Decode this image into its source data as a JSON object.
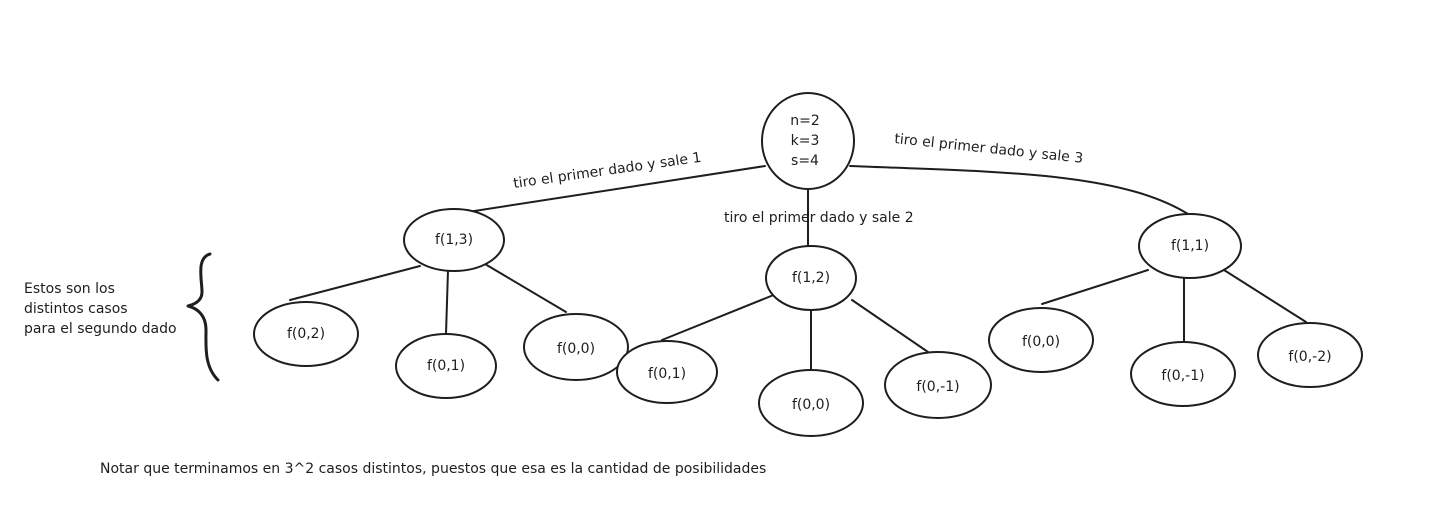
{
  "root": {
    "lines": [
      "n=2",
      "k=3",
      "s=4"
    ]
  },
  "nodes": {
    "a": "f(1,3)",
    "b": "f(1,2)",
    "c": "f(1,1)",
    "a1": "f(0,2)",
    "a2": "f(0,1)",
    "a3": "f(0,0)",
    "b1": "f(0,1)",
    "b2": "f(0,0)",
    "b3": "f(0,-1)",
    "c1": "f(0,0)",
    "c2": "f(0,-1)",
    "c3": "f(0,-2)"
  },
  "edge_labels": {
    "a": "tiro el primer dado y sale 1",
    "b": "tiro el primer dado y sale 2",
    "c": "tiro el primer dado y sale 3"
  },
  "side_note": [
    "Estos son los",
    "distintos casos",
    "para el segundo dado"
  ],
  "footer_note": "Notar que terminamos en 3^2 casos distintos, puestos que esa es la cantidad de posibilidades"
}
